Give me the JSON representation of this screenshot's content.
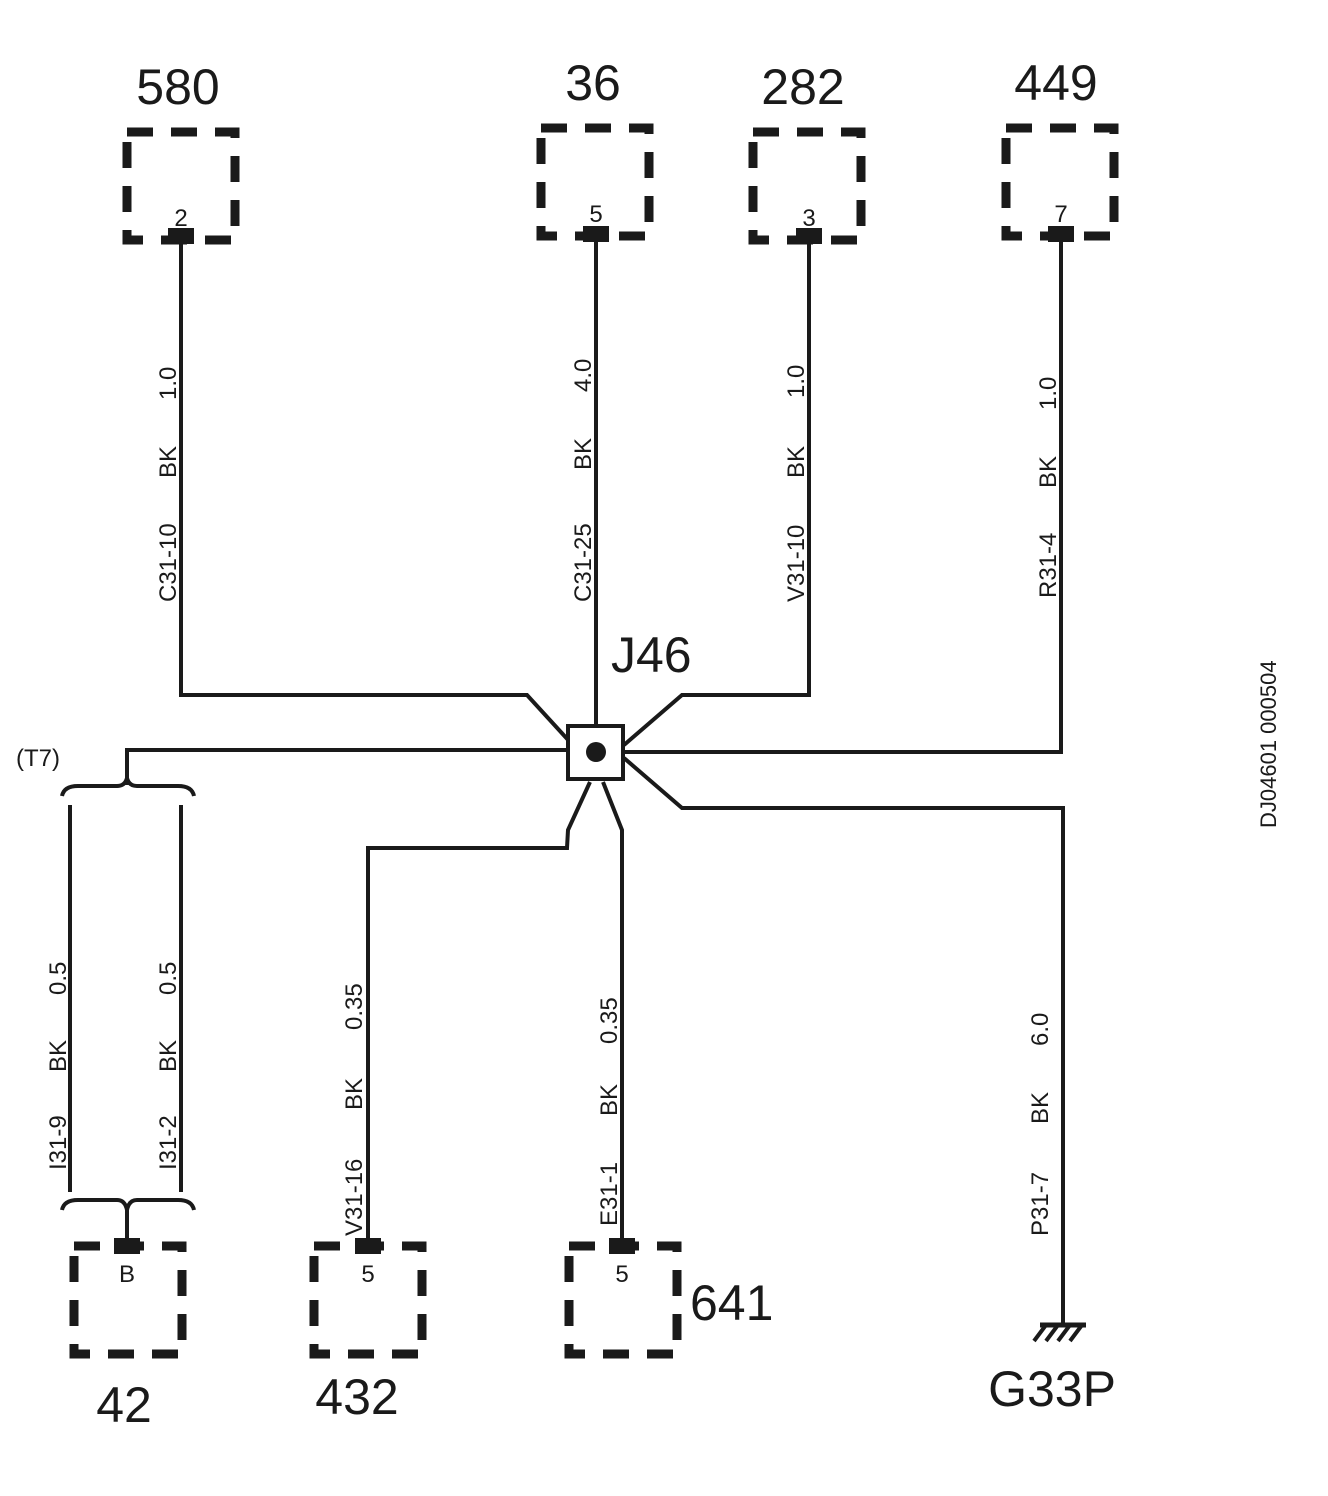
{
  "document_id": "DJ04601 000504",
  "splice": {
    "label": "J46"
  },
  "ground": {
    "label": "G33P"
  },
  "harness": {
    "label": "(T7)"
  },
  "components": {
    "c580": {
      "label": "580",
      "pin": "2"
    },
    "c36": {
      "label": "36",
      "pin": "5"
    },
    "c282": {
      "label": "282",
      "pin": "3"
    },
    "c449": {
      "label": "449",
      "pin": "7"
    },
    "c42": {
      "label": "42",
      "pin": "B"
    },
    "c432": {
      "label": "432",
      "pin": "5"
    },
    "c641": {
      "label": "641",
      "pin": "5"
    }
  },
  "wires": {
    "c31_10": {
      "id": "C31-10",
      "color": "BK",
      "size": "1.0"
    },
    "c31_25": {
      "id": "C31-25",
      "color": "BK",
      "size": "4.0"
    },
    "v31_10": {
      "id": "V31-10",
      "color": "BK",
      "size": "1.0"
    },
    "r31_4": {
      "id": "R31-4",
      "color": "BK",
      "size": "1.0"
    },
    "i31_9": {
      "id": "I31-9",
      "color": "BK",
      "size": "0.5"
    },
    "i31_2": {
      "id": "I31-2",
      "color": "BK",
      "size": "0.5"
    },
    "v31_16": {
      "id": "V31-16",
      "color": "BK",
      "size": "0.35"
    },
    "e31_1": {
      "id": "E31-1",
      "color": "BK",
      "size": "0.35"
    },
    "p31_7": {
      "id": "P31-7",
      "color": "BK",
      "size": "6.0"
    }
  }
}
